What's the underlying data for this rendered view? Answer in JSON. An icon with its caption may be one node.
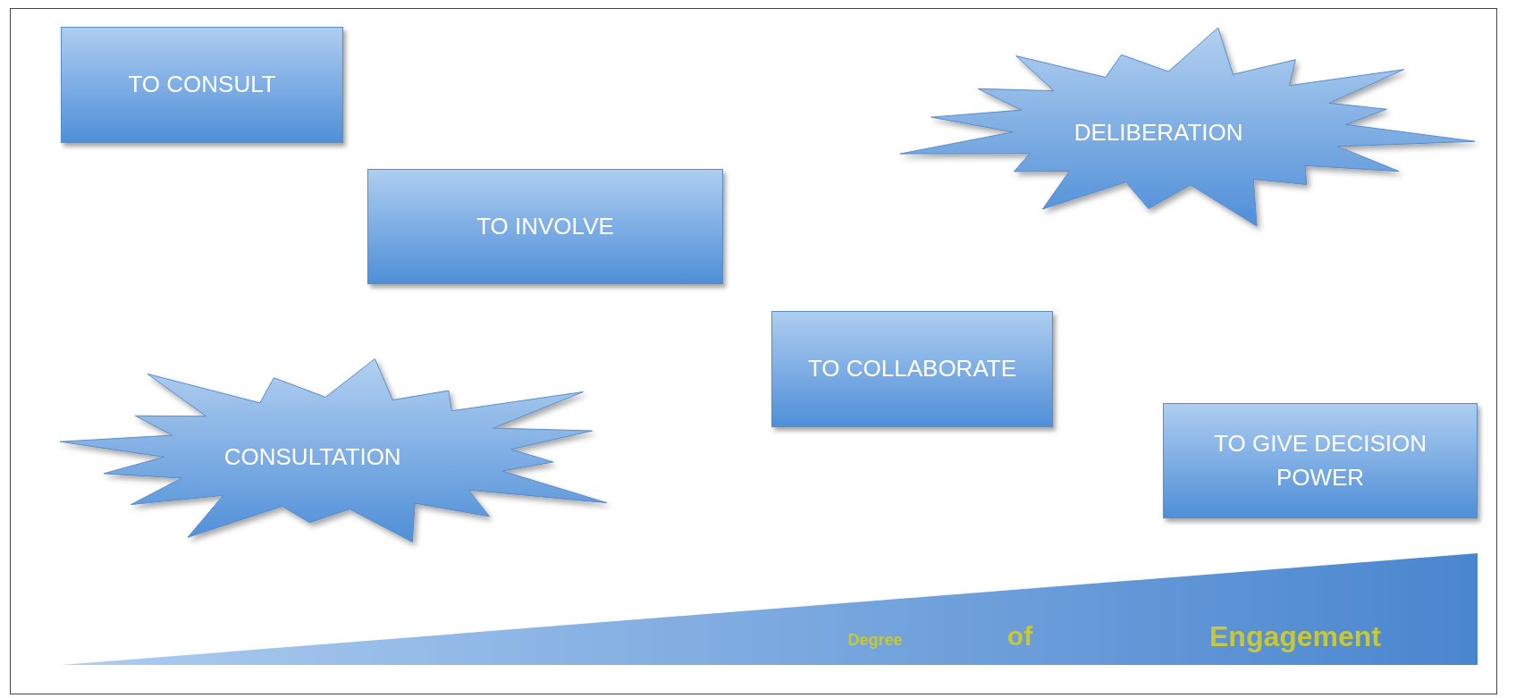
{
  "diagram": {
    "nodes": [
      {
        "text": [
          "TO CONSULT"
        ]
      },
      {
        "text": [
          "DELIBERATION"
        ]
      },
      {
        "text": [
          "TO INVOLVE"
        ]
      },
      {
        "text": [
          "TO COLLABORATE"
        ]
      },
      {
        "text": [
          "CONSULTATION"
        ]
      },
      {
        "text": [
          "TO GIVE DECISION POWER"
        ]
      }
    ],
    "labels": [
      "Degree",
      "of",
      "Engagement"
    ]
  }
}
